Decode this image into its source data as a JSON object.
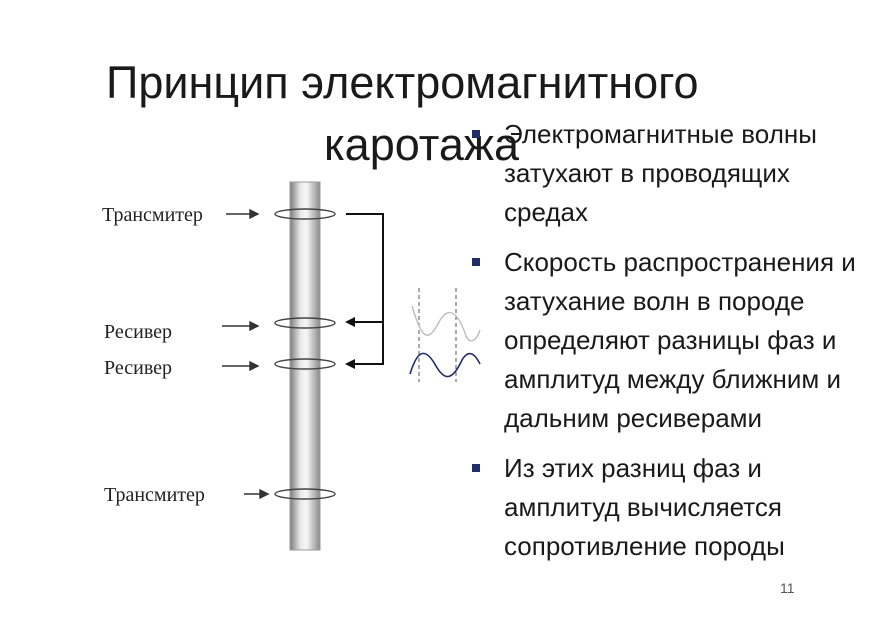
{
  "title": {
    "line1": "Принцип электромагнитного",
    "line2": "каротажа"
  },
  "labels": {
    "transmitter_top": "Трансмитер",
    "receiver_1": "Ресивер",
    "receiver_2": "Ресивер",
    "transmitter_bottom": "Трансмитер"
  },
  "bullets": [
    "Электромагнитные волны затухают в проводящих средах",
    "Скорость распространения и затухание волн в породе определяют разницы фаз и амплитуд между ближним и дальним ресиверами",
    "Из этих разниц фаз и амплитуд вычисляется сопротивление породы"
  ],
  "page_number": "11",
  "colors": {
    "bullet": "#1f2d6b",
    "wave_near": "#bdbdbd",
    "wave_far": "#1f2d6b"
  }
}
